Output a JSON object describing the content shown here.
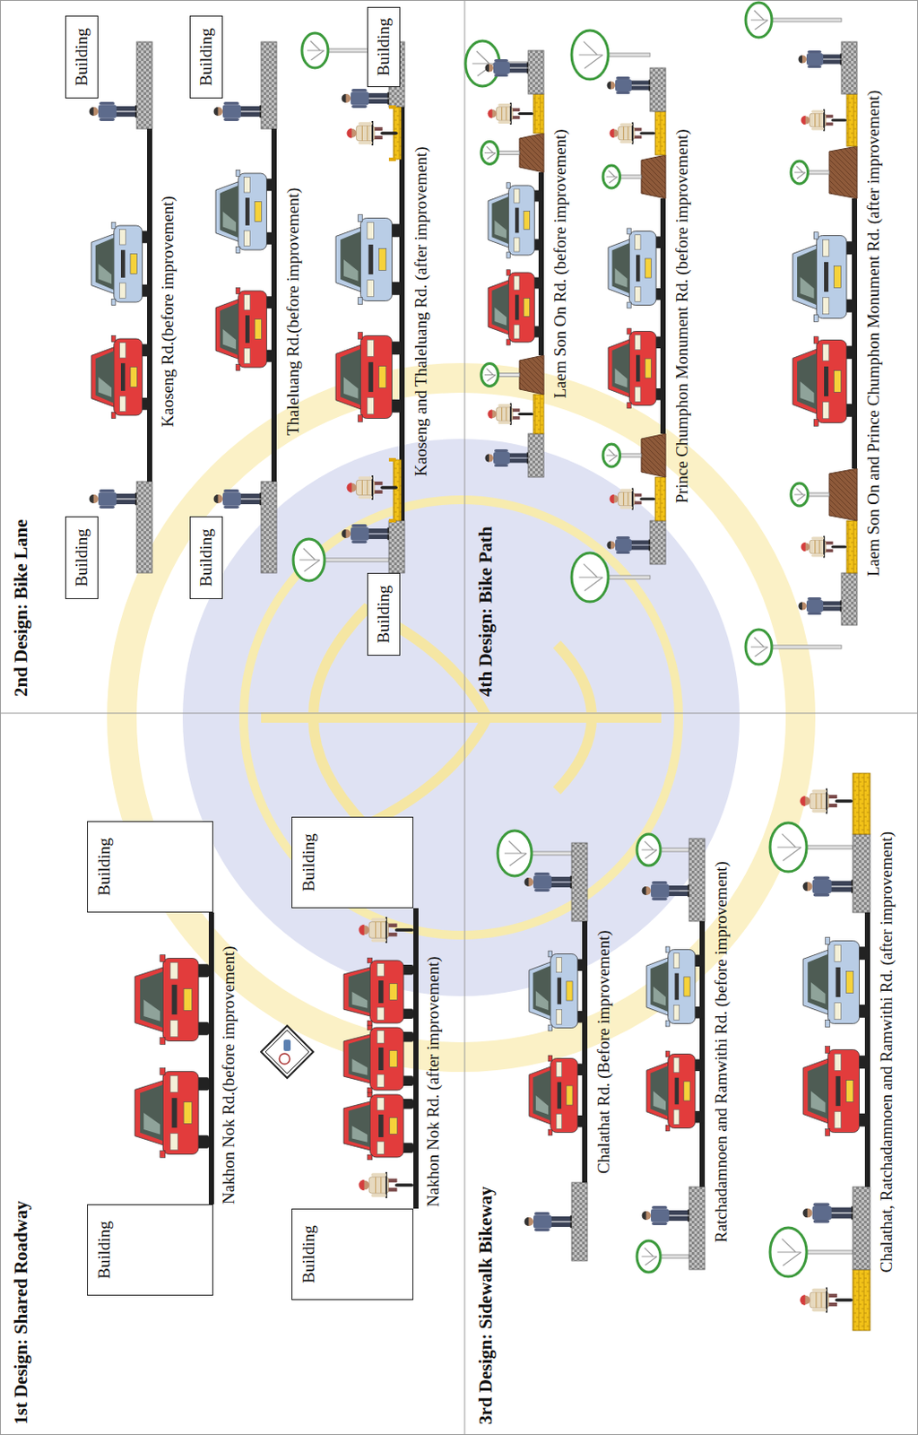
{
  "diagram": {
    "nodes": [
      {
        "text": [
          "Building"
        ]
      },
      {
        "text": [
          "Building"
        ]
      },
      {
        "text": [
          "Building"
        ]
      },
      {
        "text": [
          "Building"
        ]
      },
      {
        "text": [
          "Building"
        ]
      },
      {
        "text": [
          "Building"
        ]
      },
      {
        "text": [
          "Building"
        ]
      },
      {
        "text": [
          "Building"
        ]
      },
      {
        "text": [
          "Building"
        ]
      },
      {
        "text": [
          "Building"
        ]
      }
    ],
    "edges": [],
    "labels": [
      "1st Design: Shared Roadway",
      "Nakhon Nok Rd.(before improvement)",
      "Nakhon Nok Rd. (after improvement)",
      "2nd Design: Bike Lane",
      "Kaoseng Rd.(before improvement)",
      "Thaleluang Rd.(before improvement)",
      "Kaoseng and Thaleluang Rd. (after improvement)",
      "3rd Design: Sidewalk Bikeway",
      "Chalathat Rd. (Before improvement)",
      "Ratchadamnoen and Ramwithi Rd. (before improvement)",
      "Chalathat, Ratchadamnoen and Ramwithi Rd. (after improvement)",
      "4th Design: Bike Path",
      "Laem Son On Rd. (before improvement)",
      "Prince Chumphon Monument Rd. (before improvement)",
      "Laem Son On and Prince Chumphon Monument Rd. (after improvement)"
    ]
  }
}
